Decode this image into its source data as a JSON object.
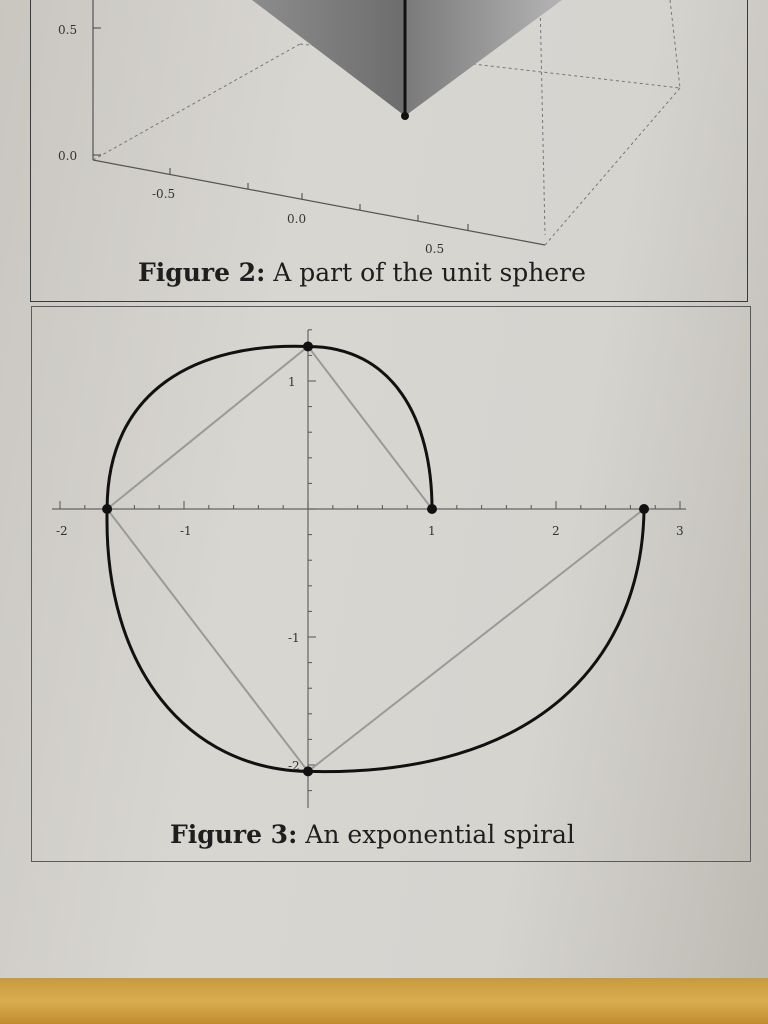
{
  "figure2": {
    "label": "Figure 2:",
    "caption": "A part of the unit sphere",
    "axis_ticks": {
      "vertical": [
        "0.5",
        "0.0"
      ],
      "horizontal": [
        "-0.5",
        "0.0",
        "0.5"
      ]
    }
  },
  "figure3": {
    "label": "Figure 3:",
    "caption": "An exponential spiral"
  },
  "chart_data": [
    {
      "type": "line",
      "x_ticks": [
        "-2",
        "-1",
        "1",
        "2",
        "3"
      ],
      "y_ticks": [
        "1",
        "-1",
        "-2"
      ],
      "xlim": [
        -2,
        3
      ],
      "ylim": [
        -2.2,
        1.4
      ],
      "series": [
        {
          "style": "spiral-curve",
          "color": "#111111",
          "points": [
            [
              1,
              0
            ],
            [
              0,
              1.27
            ],
            [
              -1.62,
              0
            ],
            [
              0,
              -2.05
            ],
            [
              2.71,
              0
            ]
          ]
        },
        {
          "style": "polygon",
          "color": "#9a9a9a",
          "points": [
            [
              1,
              0
            ],
            [
              0,
              1.27
            ],
            [
              -1.62,
              0
            ],
            [
              0,
              -2.05
            ],
            [
              2.71,
              0
            ]
          ]
        }
      ],
      "markers": [
        [
          1,
          0
        ],
        [
          0,
          1.27
        ],
        [
          -1.62,
          0
        ],
        [
          0,
          -2.05
        ],
        [
          2.71,
          0
        ]
      ]
    }
  ]
}
